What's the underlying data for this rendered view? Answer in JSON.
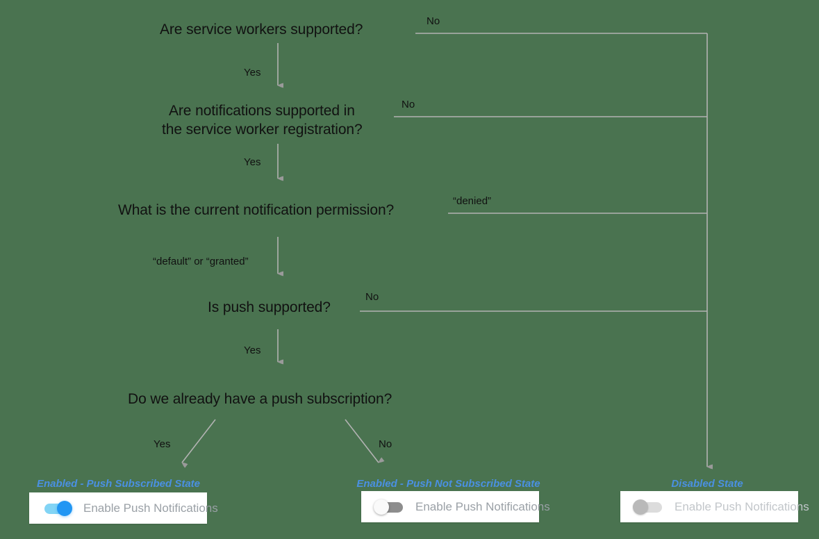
{
  "diagram": {
    "background_color": "#4a7350",
    "line_color": "#b3b3b3",
    "text_color": "#111111",
    "state_label_color": "#4a90e2",
    "nodes": [
      {
        "id": "q1",
        "text": "Are service workers supported?"
      },
      {
        "id": "q2a",
        "text": "Are notifications supported in"
      },
      {
        "id": "q2b",
        "text": "the service worker registration?"
      },
      {
        "id": "q3",
        "text": "What is the current notification permission?"
      },
      {
        "id": "q4",
        "text": "Is push supported?"
      },
      {
        "id": "q5",
        "text": "Do we already have a push subscription?"
      }
    ],
    "edge_labels": [
      {
        "id": "e1-no",
        "text": "No"
      },
      {
        "id": "e1-yes",
        "text": "Yes"
      },
      {
        "id": "e2-no",
        "text": "No"
      },
      {
        "id": "e2-yes",
        "text": "Yes"
      },
      {
        "id": "e3-denied",
        "text": "“denied”"
      },
      {
        "id": "e3-default",
        "text": "“default” or “granted”"
      },
      {
        "id": "e4-no",
        "text": "No"
      },
      {
        "id": "e4-yes",
        "text": "Yes"
      },
      {
        "id": "e5-yes",
        "text": "Yes"
      },
      {
        "id": "e5-no",
        "text": "No"
      }
    ]
  },
  "outcomes": [
    {
      "id": "subscribed",
      "state_label": "Enabled - Push Subscribed State",
      "toggle_label": "Enable Push Notifications",
      "toggle_state": "on",
      "track_color": "#82d4f5",
      "knob_color": "#2196f3"
    },
    {
      "id": "not-subscribed",
      "state_label": "Enabled - Push Not Subscribed State",
      "toggle_label": "Enable Push Notifications",
      "toggle_state": "off",
      "track_color": "#8d8d8d",
      "knob_color": "#fafafa"
    },
    {
      "id": "disabled",
      "state_label": "Disabled State",
      "toggle_label": "Enable Push Notifications",
      "toggle_state": "disabled",
      "track_color": "#dcdcdc",
      "knob_color": "#b9b9b9"
    }
  ]
}
